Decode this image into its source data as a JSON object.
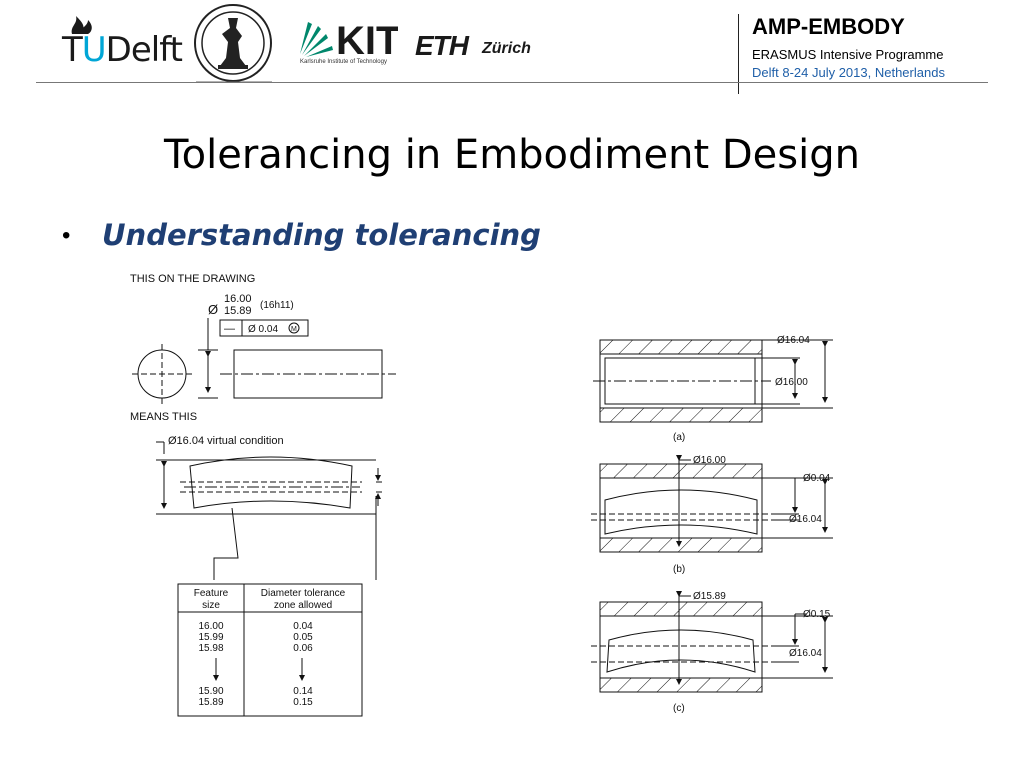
{
  "header": {
    "logos": {
      "tudelft": {
        "prefix": "T",
        "accent": "U",
        "suffix": "Delft"
      },
      "kit": {
        "mark": "KIT",
        "subtitle": "Karlsruhe Institute of Technology"
      },
      "eth": {
        "mark": "ETH",
        "city": "Zürich"
      }
    },
    "programme": {
      "title": "AMP-EMBODY",
      "subtitle": "ERASMUS Intensive Programme",
      "dates": "Delft 8-24 July 2013, Netherlands"
    },
    "colors": {
      "tud_accent": "#00a6d6",
      "dates_text": "#1f5fa8",
      "kit_green": "#00876c"
    }
  },
  "slide": {
    "title": "Tolerancing in Embodiment Design",
    "bullet": "Understanding tolerancing",
    "bullet_color": "#1f3f74"
  },
  "figure_left": {
    "caption_top": "THIS ON THE DRAWING",
    "dim_symbol": "Ø",
    "dim_upper": "16.00",
    "dim_lower": "15.89",
    "fit_code": "(16h11)",
    "fcf_symbol": "—",
    "fcf_value": "Ø 0.04",
    "fcf_modifier": "M",
    "caption_middle": "MEANS THIS",
    "virtual_condition": "Ø16.04 virtual condition",
    "table": {
      "headers": [
        "Feature\nsize",
        "Diameter tolerance\nzone allowed"
      ],
      "rows": [
        [
          "16.00",
          "0.04"
        ],
        [
          "15.99",
          "0.05"
        ],
        [
          "15.98",
          "0.06"
        ],
        [
          "15.90",
          "0.14"
        ],
        [
          "15.89",
          "0.15"
        ]
      ]
    }
  },
  "figure_right": {
    "a": {
      "label": "(a)",
      "outer": "Ø16.04",
      "inner": "Ø16.00"
    },
    "b": {
      "label": "(b)",
      "top": "Ø16.00",
      "zone": "Ø0.04",
      "envelope": "Ø16.04"
    },
    "c": {
      "label": "(c)",
      "top": "Ø15.89",
      "zone": "Ø0.15",
      "envelope": "Ø16.04"
    }
  }
}
